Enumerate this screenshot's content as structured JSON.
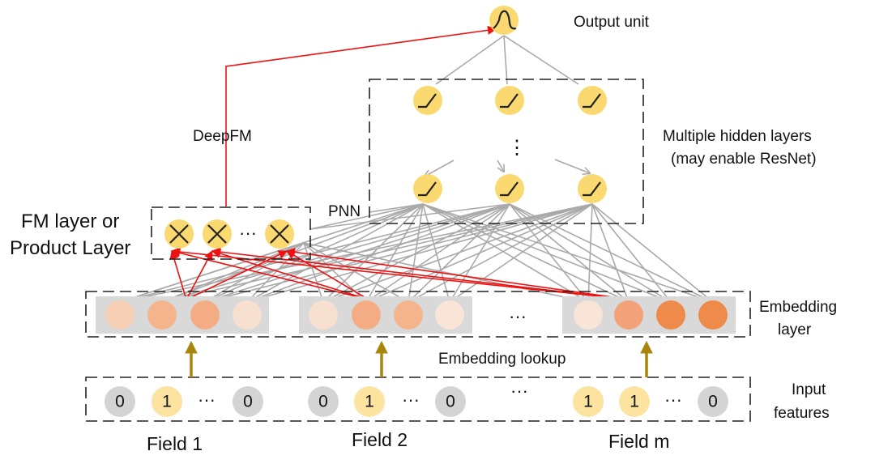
{
  "labels": {
    "output_unit": "Output unit",
    "hidden_layers_line1": "Multiple hidden layers",
    "hidden_layers_line2": "(may enable ResNet)",
    "deepfm": "DeepFM",
    "pnn": "PNN",
    "fm_layer_line1": "FM layer or",
    "fm_layer_line2": "Product Layer",
    "embedding_layer_line1": "Embedding",
    "embedding_layer_line2": "layer",
    "embedding_lookup": "Embedding lookup",
    "input_features_line1": "Input",
    "input_features_line2": "features",
    "field1": "Field 1",
    "field2": "Field 2",
    "fieldm": "Field m",
    "ellipsis": "···",
    "vdots": "⋮"
  },
  "input_values": {
    "field1": [
      "0",
      "1",
      "0"
    ],
    "field2": [
      "0",
      "1",
      "0"
    ],
    "fieldm": [
      "1",
      "1",
      "0"
    ]
  },
  "colors": {
    "neuron_fill": "#fad970",
    "deepfm_path": "#ee1111",
    "connections": "#a9a9a9",
    "lookup_arrow": "#a8860b",
    "embedding_background": "#d9d9d9",
    "input_zero": "#d4d4d4",
    "input_one": "#fce3a0",
    "embedding_shades": [
      "#f6cfb4",
      "#f4b48c",
      "#f3ac84",
      "#f9e4d8",
      "#f8e0d0",
      "#f1a278",
      "#ee8a4a"
    ]
  },
  "icons": {
    "output": "sigmoid-icon",
    "hidden": "relu-icon",
    "product": "multiply-icon"
  }
}
